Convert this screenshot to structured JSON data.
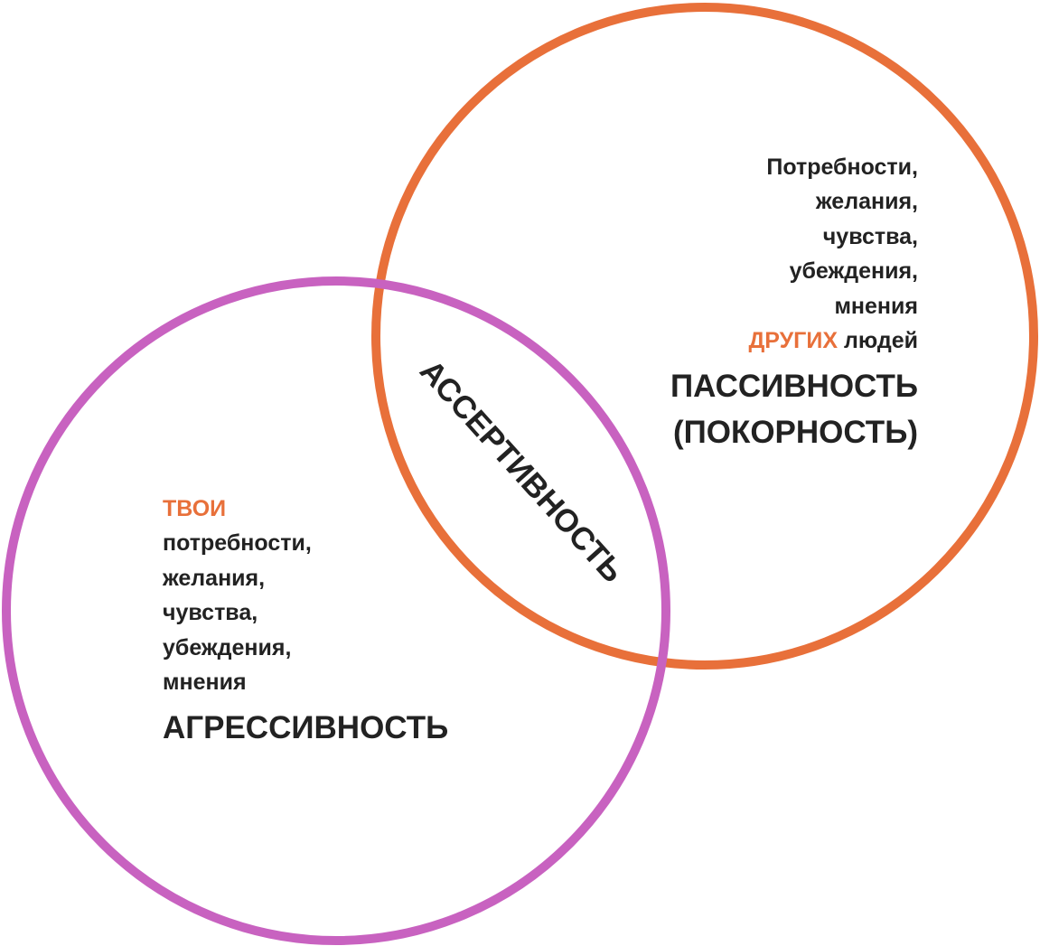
{
  "colors": {
    "others_circle": "#E8703A",
    "self_circle": "#C862C0",
    "accent_text": "#E8703A",
    "text": "#222222"
  },
  "center_label": "АССЕРТИВНОСТЬ",
  "others": {
    "lines": [
      "Потребности,",
      "желания,",
      "чувства,",
      "убеждения,",
      "мнения"
    ],
    "accent_word": "ДРУГИХ",
    "after_accent": " людей",
    "title_lines": [
      "ПАССИВНОСТЬ",
      "(ПОКОРНОСТЬ)"
    ]
  },
  "self": {
    "accent_word": "ТВОИ",
    "lines": [
      "потребности,",
      "желания,",
      "чувства,",
      "убеждения,",
      "мнения"
    ],
    "title": "АГРЕССИВНОСТЬ"
  }
}
